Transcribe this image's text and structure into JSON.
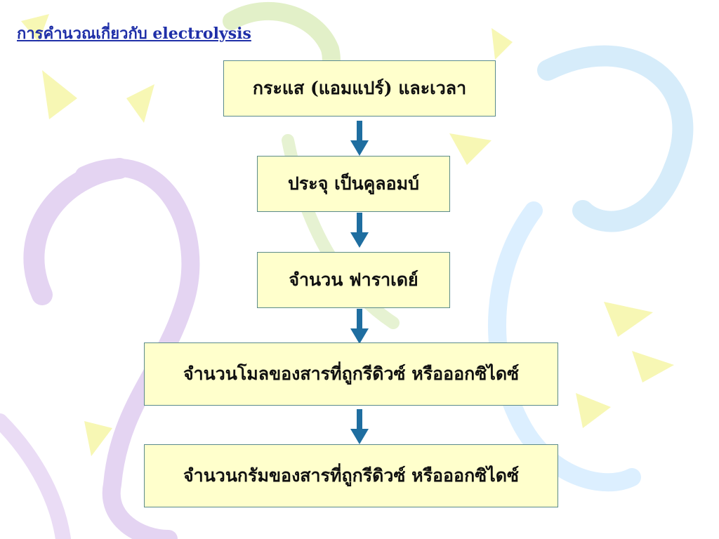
{
  "slide": {
    "title": "การคำนวณเกี่ยวกับ electrolysis"
  },
  "flow": {
    "steps": [
      "กระแส (แอมแปร์) และเวลา",
      "ประจุ เป็นคูลอมบ์",
      "จำนวน ฟาราเดย์",
      "จำนวนโมลของสารที่ถูกรีดิวซ์ หรือออกซิไดซ์",
      "จำนวนกรัมของสารที่ถูกรีดิวซ์ หรือออกซิไดซ์"
    ]
  },
  "colors": {
    "title": "#1f2fa8",
    "box_fill": "#ffffcc",
    "box_border": "#5a8a8a",
    "arrow": "#1f6ea0",
    "bg_purple": "#e4d4f2",
    "bg_blue": "#d6ecfa",
    "bg_yellow": "#f7f7b4",
    "bg_green": "#e2f0c8"
  }
}
